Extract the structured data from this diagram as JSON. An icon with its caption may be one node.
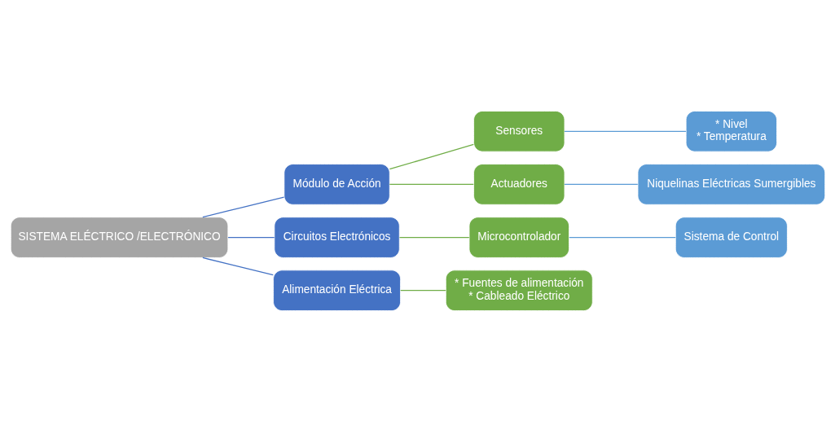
{
  "diagram": {
    "nodes": [
      {
        "text": [
          "SISTEMA ELÉCTRICO /ELECTRÓNICO"
        ]
      },
      {
        "text": [
          "Módulo de Acción"
        ]
      },
      {
        "text": [
          "Circuitos Electrónicos"
        ]
      },
      {
        "text": [
          "Alimentación Eléctrica"
        ]
      },
      {
        "text": [
          "Sensores"
        ]
      },
      {
        "text": [
          "Actuadores"
        ]
      },
      {
        "text": [
          "* Nivel",
          "* Temperatura"
        ]
      },
      {
        "text": [
          "Niquelinas Eléctricas Sumergibles"
        ]
      },
      {
        "text": [
          "Microcontrolador"
        ]
      },
      {
        "text": [
          "Sistema de Control"
        ]
      },
      {
        "text": [
          "* Fuentes de alimentación",
          "* Cableado Eléctrico"
        ]
      }
    ],
    "edges": [
      {
        "from": 0,
        "to": 1,
        "arrow": "none",
        "color": "#4472c4"
      },
      {
        "from": 0,
        "to": 2,
        "arrow": "none",
        "color": "#4472c4"
      },
      {
        "from": 0,
        "to": 3,
        "arrow": "none",
        "color": "#4472c4"
      },
      {
        "from": 1,
        "to": 4,
        "arrow": "none",
        "color": "#70ad47"
      },
      {
        "from": 1,
        "to": 5,
        "arrow": "none",
        "color": "#70ad47"
      },
      {
        "from": 4,
        "to": 6,
        "arrow": "none",
        "color": "#5b9bd5"
      },
      {
        "from": 5,
        "to": 7,
        "arrow": "none",
        "color": "#5b9bd5"
      },
      {
        "from": 2,
        "to": 8,
        "arrow": "none",
        "color": "#70ad47"
      },
      {
        "from": 8,
        "to": 9,
        "arrow": "none",
        "color": "#5b9bd5"
      },
      {
        "from": 3,
        "to": 10,
        "arrow": "none",
        "color": "#70ad47"
      }
    ]
  }
}
